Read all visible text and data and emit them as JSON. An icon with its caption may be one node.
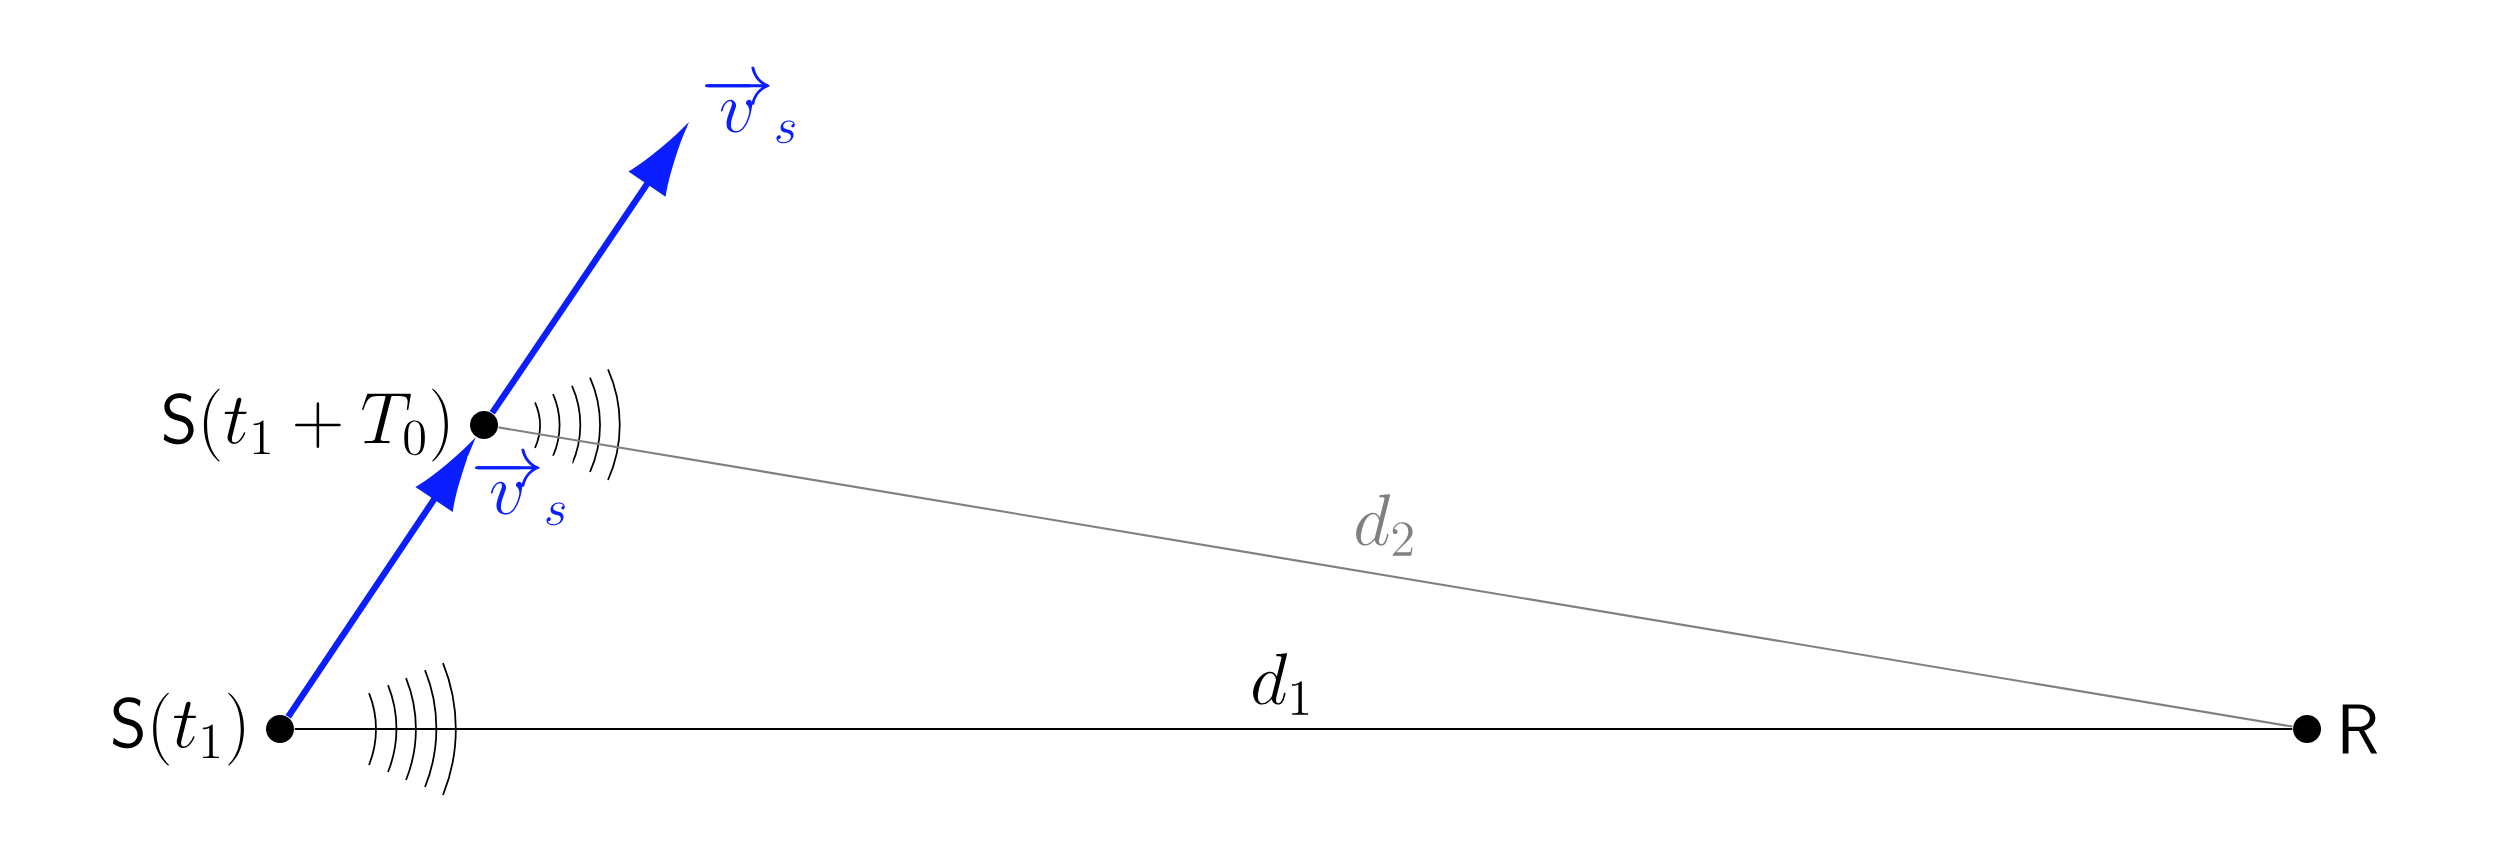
{
  "diagram": {
    "nodes": [
      {
        "text": [
          "\\mathsf{S}(t_1)"
        ]
      },
      {
        "text": [
          "\\mathsf{S}(t_1+T_0)"
        ]
      },
      {
        "text": [
          "\\mathsf{R}"
        ]
      }
    ],
    "edges": [
      {
        "from": 0,
        "to": 2,
        "arrow": "none",
        "label": "d_1",
        "color": "#000000"
      },
      {
        "from": 1,
        "to": 2,
        "arrow": "none",
        "label": "d_2",
        "color": "#808080"
      },
      {
        "from": 0,
        "to": 1,
        "arrow": "to",
        "label": "\\overrightarrow{v}_s",
        "style": "thick",
        "color": "#0a1eff"
      },
      {
        "from": 1,
        "to": null,
        "arrow": "to",
        "label": "\\overrightarrow{v}_s",
        "style": "thick",
        "color": "#0a1eff"
      }
    ]
  }
}
